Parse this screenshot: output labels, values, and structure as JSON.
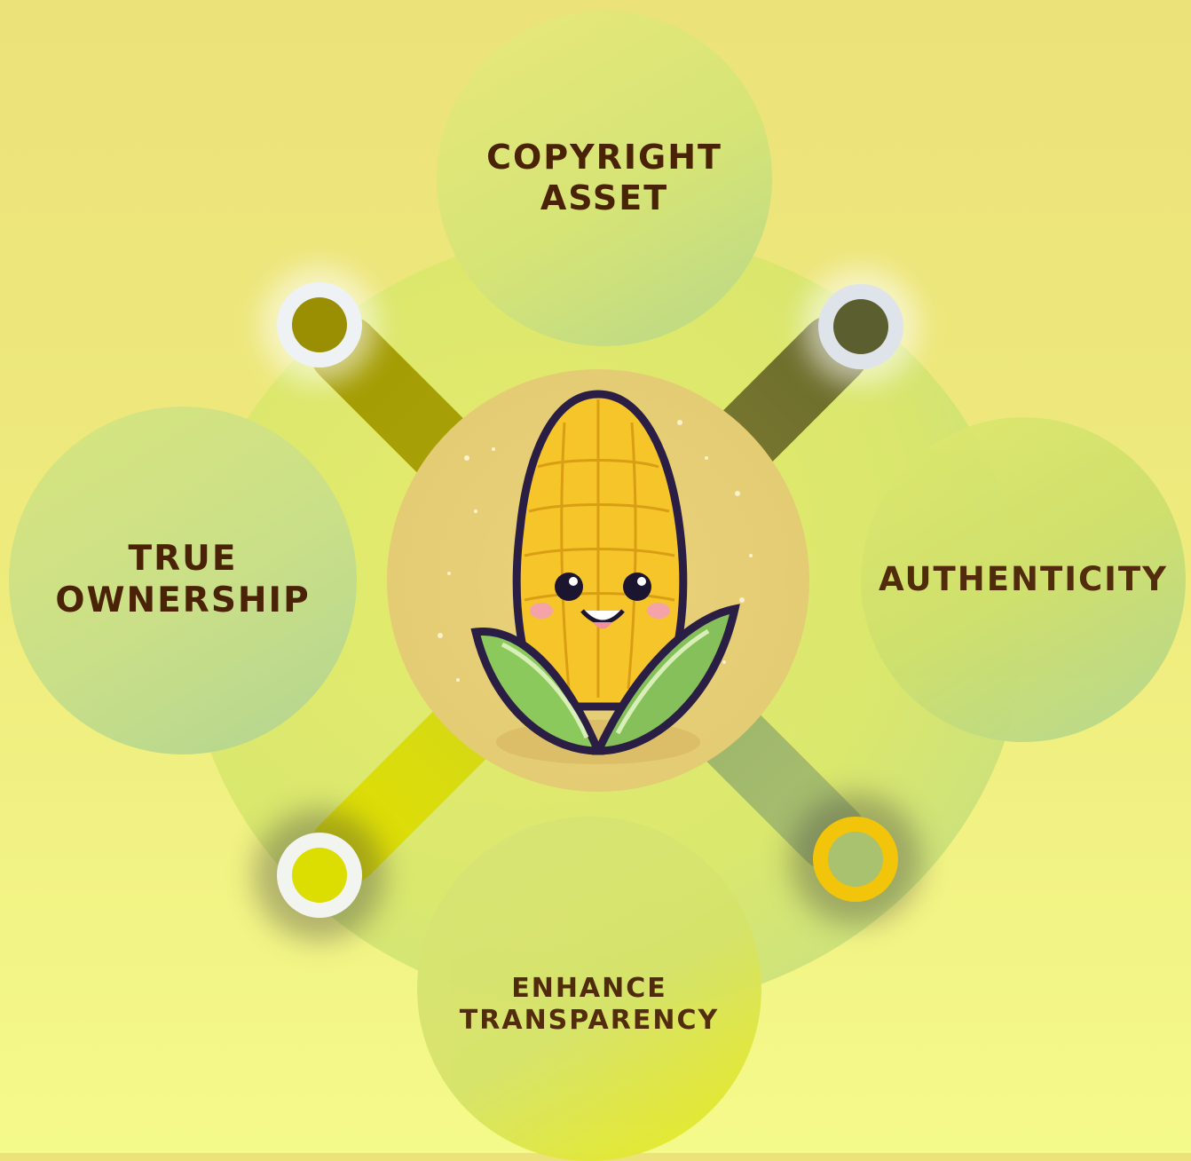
{
  "diagram": {
    "center": {
      "icon": "corn-mascot-icon"
    },
    "bubbles": [
      {
        "id": "top",
        "lines": [
          "COPYRIGHT",
          "ASSET"
        ]
      },
      {
        "id": "left",
        "lines": [
          "TRUE",
          "OWNERSHIP"
        ]
      },
      {
        "id": "right",
        "lines": [
          "AUTHENTICITY"
        ]
      },
      {
        "id": "bottom",
        "lines": [
          "ENHANCE",
          "TRANSPARENCY"
        ]
      }
    ],
    "colors": {
      "text": "#4a2206",
      "background_top": "#ece27a",
      "background_bottom": "#f4fa8a",
      "corn": "#f2c22c",
      "leaf": "#86c05a"
    }
  }
}
